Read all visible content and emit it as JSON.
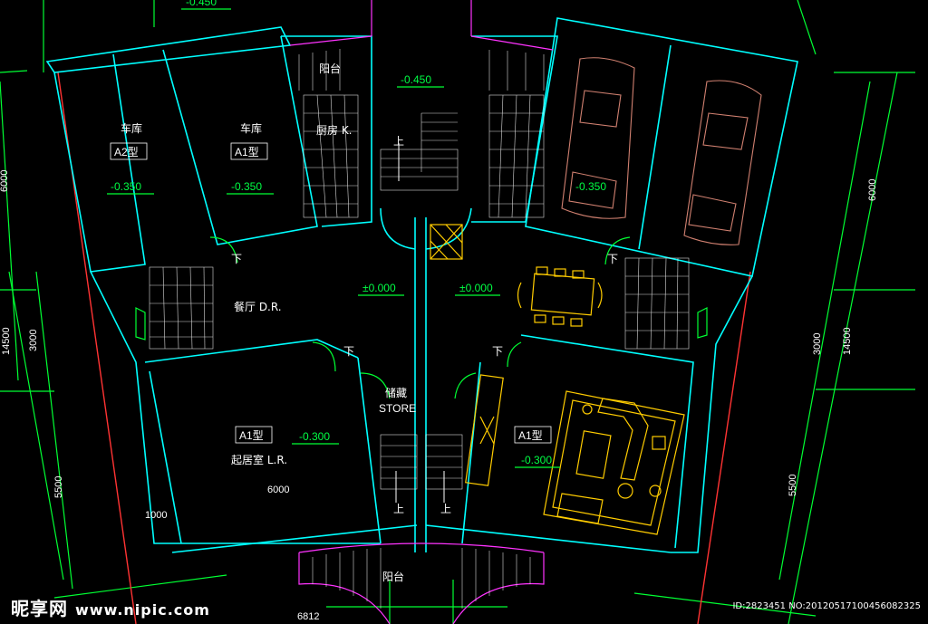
{
  "rooms": {
    "garage_a2": {
      "name": "车库",
      "type": "A2型",
      "level": "-0.350"
    },
    "garage_a1": {
      "name": "车库",
      "type": "A1型",
      "level": "-0.350"
    },
    "garage_right_level": "-0.350",
    "balcony_top": "阳台",
    "kitchen": "厨房 K.",
    "entry_level": "-0.450",
    "dining": "餐厅 D.R.",
    "hall_left_level": "±0.000",
    "hall_right_level": "±0.000",
    "storage_cn": "储藏",
    "storage_en": "STORE",
    "living_left": {
      "name": "起居室 L.R.",
      "type": "A1型",
      "level": "-0.300"
    },
    "living_right": {
      "type": "A1型",
      "level": "-0.300"
    },
    "balcony_bottom": "阳台"
  },
  "stairs": {
    "up": "上",
    "down": "下"
  },
  "dimensions": {
    "top_partial": "-0.450",
    "left_partial_top": "6000",
    "left_partial_mid": "3000",
    "left_total": "14500",
    "left_bottom": "5500",
    "left_small": "1000",
    "living_width": "6000",
    "right_top": "6000",
    "right_mid": "3000",
    "right_total": "14500",
    "right_bottom": "5500",
    "bottom_width": "6812"
  },
  "watermark": {
    "brand": "昵享网",
    "url": "www.nipic.com"
  },
  "stamp": "ID:2823451 NO:20120517100456082325",
  "colors": {
    "walls": "#00ffff",
    "dimensions": "#00ff33",
    "grid": "#ffffff",
    "balcony": "#ff33ff",
    "cars": "#d08070",
    "furniture": "#ffcc00",
    "axis": "#ff3333"
  }
}
